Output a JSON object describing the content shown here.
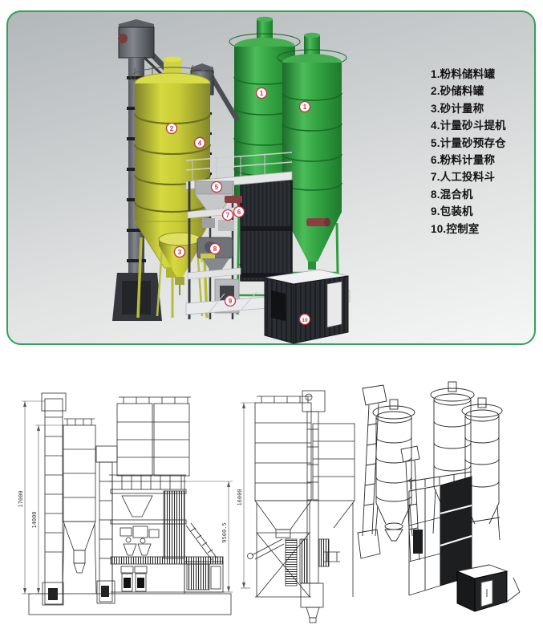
{
  "illustration": {
    "markers": [
      {
        "label": "1"
      },
      {
        "label": "1"
      },
      {
        "label": "2"
      },
      {
        "label": "3"
      },
      {
        "label": "4"
      },
      {
        "label": "5"
      },
      {
        "label": "6"
      },
      {
        "label": "7"
      },
      {
        "label": "8"
      },
      {
        "label": "9"
      },
      {
        "label": "10"
      }
    ],
    "colors": {
      "border_green": "#2fa25c",
      "silo_yellow": "#c9cd33",
      "silo_green": "#2e9e3e",
      "steel_dark": "#3f4246",
      "marker_red": "#c5303f"
    }
  },
  "legend": {
    "items": [
      "1.粉料储料罐",
      "2.砂储料罐",
      "3.砂计量称",
      "4.计量砂斗提机",
      "5.计量砂预存仓",
      "6.粉料计量称",
      "7.人工投料斗",
      "8.混合机",
      "9.包装机",
      "10.控制室"
    ]
  },
  "drawings": {
    "front_view": {
      "dims": {
        "height_total": "17000",
        "height_silo": "14000",
        "height_structure": "9500.5"
      }
    },
    "side_view": {
      "dims": {
        "height_total": "16000"
      }
    }
  }
}
